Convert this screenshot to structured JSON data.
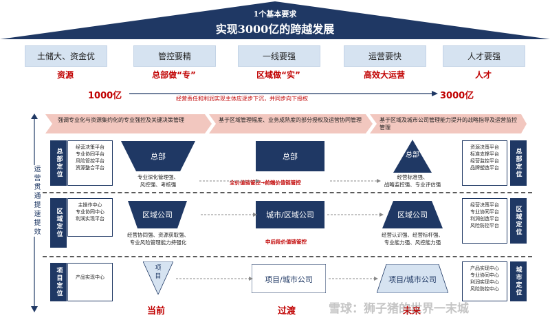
{
  "roof": {
    "line1": "1个基本要求",
    "line2": "实现3000亿的跨越发展"
  },
  "pillars": [
    {
      "label": "土储大、资金优",
      "sub": "资源"
    },
    {
      "label": "管控要精",
      "sub": "总部做“专”"
    },
    {
      "label": "一线要强",
      "sub": "区域做“实”"
    },
    {
      "label": "运营要快",
      "sub": "高效大运营"
    },
    {
      "label": "人才要强",
      "sub": "人才"
    }
  ],
  "scale": {
    "start": "1000亿",
    "end": "3000亿",
    "note": "经营责任和利润实现主体应逐步下沉，并同步向下授权"
  },
  "headers": [
    "强调专业化与资源集约化的专业强控及关键决策管理",
    "基于区域管理幅度、业务成熟度的部分授权及运营协同管理",
    "基于区域及城市公司管理能力提升的战略指导及运营监控管理"
  ],
  "left_axis": {
    "label": "运营贯通提速提效"
  },
  "rows": [
    {
      "label": "总部定位",
      "left_box": "经营决策平台\n专业协同平台\n风险管控平台\n资源整合平台",
      "right_box": "资源决策平台\n标准支撑平台\n经营监控平台\n品牌塑造平台",
      "right_label": "总部定位",
      "stage1_shape": "总部",
      "stage1_note": "专业深化管理强、\n风控强、考核强",
      "stage2_shape": "总部",
      "stage2_note": "全价值链管控→前端价值链管控",
      "stage3_shape": "总部",
      "stage3_note": "经营标准强、\n战略监控强、专业评估强"
    },
    {
      "label": "区域定位",
      "left_box": "主操作中心\n专业协同中心\n利润实现平台",
      "right_box": "经营决策平台\n专业协同平台\n利润创造平台\n风险防控平台",
      "right_label": "区域定位",
      "stage1_shape": "区域公司",
      "stage1_note": "经营协同强、资源获取强、\n专业风险管理能力持强化",
      "stage2_shape": "城市/区域公司",
      "stage2_note": "中后段价值链管控",
      "stage3_shape": "区域公司",
      "stage3_note": "经营认识强、经营标杆强、\n专业能力强、风控能力强"
    },
    {
      "label": "项目定位",
      "left_box": "产品实现中心",
      "right_box": "产品实现中心\n专业协同中心\n利润实现中心\n风险防控中心",
      "right_label": "城市定位",
      "stage1_shape": "项目",
      "stage2_shape": "项目/城市公司",
      "stage3_shape": "项目/城市公司"
    }
  ],
  "stages": [
    "当前",
    "过渡",
    "未来"
  ],
  "watermark": "雪球：狮子猪的世界一末城"
}
